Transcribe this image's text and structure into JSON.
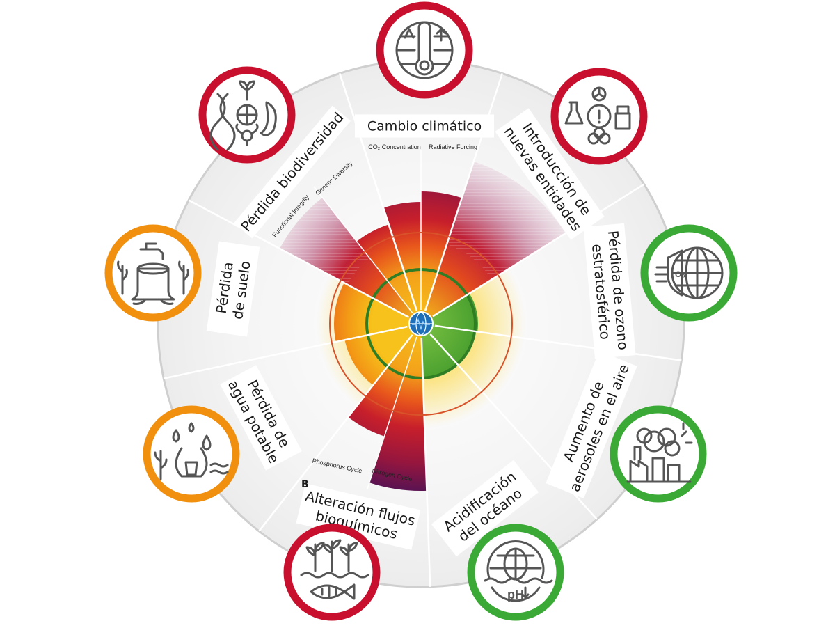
{
  "colors": {
    "high": "#c8102e",
    "medium": "#f0900e",
    "low": "#3aa935",
    "ring": "#cfcfcf",
    "threshold": "#d9532a",
    "safe_green": "#3f9b2f"
  },
  "boundaries": [
    {
      "id": "clima",
      "label_lines": [
        "Cambio climático"
      ],
      "status": "high",
      "icon": "climate-thermometer-icon",
      "sublabels": [
        "CO₂ Concentration",
        "Radiative Forcing"
      ]
    },
    {
      "id": "entidades",
      "label_lines": [
        "Introducción de",
        "nuevas entidades"
      ],
      "status": "high",
      "icon": "chemical-hazard-icon",
      "sublabels": []
    },
    {
      "id": "ozono",
      "label_lines": [
        "Pérdida de ozono",
        "estratosférico"
      ],
      "status": "low",
      "icon": "ozone-shield-icon",
      "sublabels": []
    },
    {
      "id": "aerosoles",
      "label_lines": [
        "Aumento de",
        "aerosoles en el aire"
      ],
      "status": "low",
      "icon": "factory-smoke-icon",
      "sublabels": []
    },
    {
      "id": "oceano",
      "label_lines": [
        "Acidificación",
        "del océano"
      ],
      "status": "low",
      "icon": "ocean-ph-icon",
      "sublabels": []
    },
    {
      "id": "bioquimicos",
      "label_lines": [
        "Alteración flujos",
        "bioquímicos"
      ],
      "status": "high",
      "icon": "plants-fish-icon",
      "sublabels": [
        "Phosphorus Cycle",
        "Nitrogen Cycle"
      ],
      "stray": "B"
    },
    {
      "id": "agua",
      "label_lines": [
        "Pérdida de",
        "agua potable"
      ],
      "status": "medium",
      "icon": "water-drops-icon",
      "sublabels": []
    },
    {
      "id": "suelo",
      "label_lines": [
        "Pérdida",
        "de suelo"
      ],
      "status": "medium",
      "icon": "tree-stump-icon",
      "sublabels": []
    },
    {
      "id": "biodiversidad",
      "label_lines": [
        "Pérdida biodiversidad"
      ],
      "status": "high",
      "icon": "dna-globe-fish-icon",
      "sublabels": [
        "Functional Integrity",
        "Genetic Diversity"
      ]
    }
  ]
}
